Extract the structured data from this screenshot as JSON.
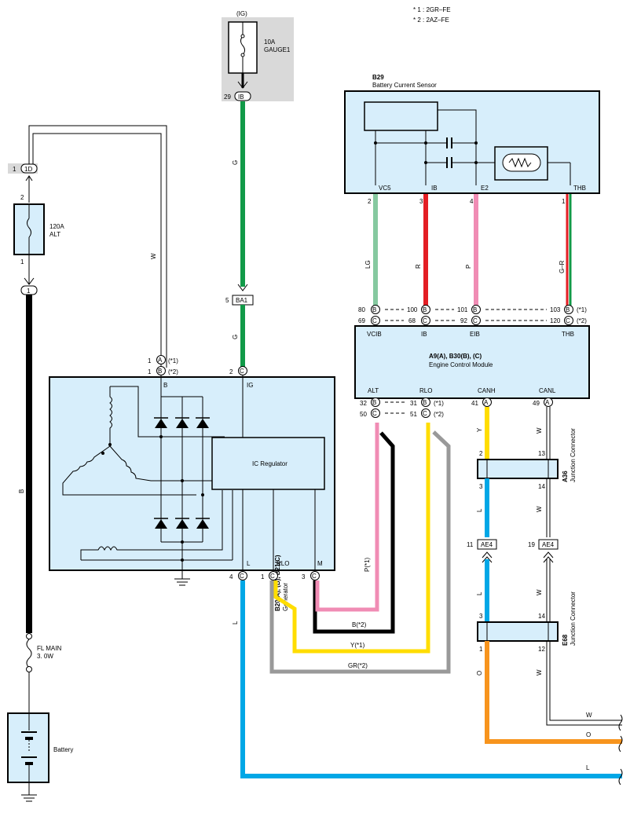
{
  "notes": [
    "* 1 : 2GR–FE",
    "* 2 : 2AZ–FE"
  ],
  "ig_fuse": {
    "supply": "(IG)",
    "rating": "10A",
    "name": "GAUGE1",
    "connector": "IB",
    "pin": "29"
  },
  "alt_fuse": {
    "connector": "1D",
    "pin": "1",
    "pin_top": "2",
    "pin_bottom": "1",
    "rating": "120A",
    "name": "ALT",
    "junction": "1"
  },
  "fl_main": {
    "name": "FL MAIN",
    "rating": "3. 0W"
  },
  "battery": {
    "label": "Battery"
  },
  "wires": {
    "g_top": "G",
    "g_bottom": "G",
    "w_alt": "W",
    "b_main": "B",
    "lg": "LG",
    "r": "R",
    "p": "P",
    "gr_thb": "G–R",
    "y_canh": "Y",
    "w_canl": "W",
    "l_a36": "L",
    "w_a36": "W",
    "l_ae4": "L",
    "w_ae4": "W",
    "o_e68": "O",
    "w_e68": "W",
    "l_gen": "L",
    "p1": "P(*1)",
    "b2": "B(*2)",
    "y1": "Y(*1)",
    "gr2": "GR(*2)",
    "w_end": "W",
    "o_end": "O",
    "l_end": "L"
  },
  "ba1": {
    "pin": "5",
    "name": "BA1"
  },
  "sensor": {
    "code": "B29",
    "name": "Battery Current Sensor",
    "terminals": [
      "VC5",
      "IB",
      "E2",
      "THB"
    ],
    "pins": [
      "2",
      "3",
      "4",
      "1"
    ]
  },
  "ecm": {
    "code": "A9(A), B30(B), (C)",
    "name": "Engine Control Module",
    "top_terminals": [
      "VCIB",
      "IB",
      "EIB",
      "THB"
    ],
    "bottom_terminals": [
      "ALT",
      "RLO",
      "CANH",
      "CANL"
    ],
    "top_row1": [
      {
        "pin": "80",
        "c": "B"
      },
      {
        "pin": "100",
        "c": "B"
      },
      {
        "pin": "101",
        "c": "B"
      },
      {
        "pin": "103",
        "c": "B"
      }
    ],
    "top_row2": [
      {
        "pin": "69",
        "c": "C"
      },
      {
        "pin": "68",
        "c": "C"
      },
      {
        "pin": "92",
        "c": "C"
      },
      {
        "pin": "120",
        "c": "C"
      }
    ],
    "note1": "(*1)",
    "note2": "(*2)",
    "bot_alt1": {
      "pin": "32",
      "c": "B"
    },
    "bot_alt2": {
      "pin": "50",
      "c": "C"
    },
    "bot_rlo1": {
      "pin": "31",
      "c": "B"
    },
    "bot_rlo2": {
      "pin": "51",
      "c": "C"
    },
    "bot_canh": {
      "pin": "41",
      "c": "A"
    },
    "bot_canl": {
      "pin": "49",
      "c": "A"
    }
  },
  "generator": {
    "code": "B20(A), (B), B21(C)",
    "name": "Generator",
    "regulator": "IC Regulator",
    "b_pin1": {
      "pin": "1",
      "c": "A",
      "note": "(*1)"
    },
    "b_pin2": {
      "pin": "1",
      "c": "B",
      "note": "(*2)"
    },
    "ig_pin": {
      "pin": "2",
      "c": "C"
    },
    "terminals": {
      "b": "B",
      "ig": "IG",
      "l": "L",
      "rlo": "RLO",
      "m": "M"
    },
    "bottom_pins": [
      {
        "pin": "4",
        "c": "C"
      },
      {
        "pin": "1",
        "c": "C"
      },
      {
        "pin": "3",
        "c": "C"
      }
    ]
  },
  "a36": {
    "code": "A36",
    "name": "Junction Connector",
    "pins": [
      "2",
      "13",
      "3",
      "14"
    ]
  },
  "ae4": {
    "name": "AE4",
    "pin_l": "11",
    "pin_r": "19"
  },
  "e68": {
    "code": "E68",
    "name": "Junction Connector",
    "pins": [
      "3",
      "14",
      "1",
      "12"
    ]
  },
  "colors": {
    "box": "#d7eefb",
    "green": "#119a48",
    "lightgreen": "#86c9a0",
    "red": "#e31e24",
    "pink": "#f08cb4",
    "yellow": "#ffdd00",
    "blue": "#00a7e6",
    "orange": "#f7941d",
    "gray": "#999999",
    "black": "#000000",
    "fuseBg": "#d9d9d9"
  }
}
